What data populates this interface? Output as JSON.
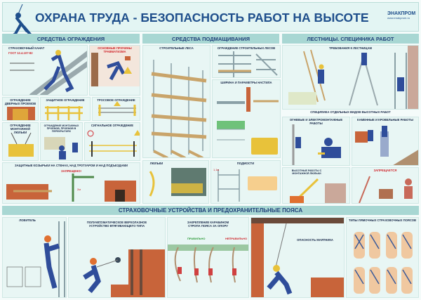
{
  "header": {
    "title": "ОХРАНА ТРУДА - БЕЗОПАСНОСТЬ РАБОТ НА ВЫСОТЕ",
    "logo_name": "ЭНАКПРОМ",
    "logo_url": "www.enakprom.ru"
  },
  "sections": {
    "fencing": "СРЕДСТВА ОГРАЖДЕНИЯ",
    "scaffolding": "СРЕДСТВА ПОДМАЩИВАНИЯ",
    "ladders": "ЛЕСТНИЦЫ. СПЕЦИФИКА РАБОТ",
    "safety": "СТРАХОВОЧНЫЕ УСТРОЙСТВА И ПРЕДОХРАНИТЕЛЬНЫЕ ПОЯСА"
  },
  "fencing": {
    "rope": "СТРАХОВОЧНЫЙ КАНАТ",
    "rope_std": "ГОСТ 12.4.107-82",
    "causes": "ОСНОВНЫЕ ПРИЧИНЫ ТРАВМАТИЗМА",
    "doorway": "ОГРАЖДЕНИЕ ДВЕРНЫХ ПРОЕМОВ",
    "protective": "ЗАЩИТНОЕ ОГРАЖДЕНИЕ",
    "cable": "ТРОСОВОЕ ОГРАЖДЕНИЕ",
    "cradle": "ОГРАЖДЕНИЕ МОНТАЖНОЙ ЛЮЛЬКИ",
    "openings": "ОГРАЖДЕНИЕ МОНТАЖНЫХ ПРОЕМОВ, ПРОЕМОВ В ПЕРЕКРЫТИЯХ",
    "signal": "СИГНАЛЬНОЕ ОГРАЖДЕНИЕ",
    "canopies": "ЗАЩИТНЫЕ КОЗЫРЬКИ НА СТЕНАХ, НАД ТРОТУАРОМ И НАД ПОДЪЕЗДАМИ",
    "canopies_warn": "ЗАПРЕЩЕНО!",
    "dim_2m": "2м"
  },
  "scaffolding": {
    "scaffold": "СТРОИТЕЛЬНЫЕ ЛЕСА",
    "scaffold_fence": "ОГРАЖДЕНИЕ СТРОИТЕЛЬНЫХ ЛЕСОВ",
    "deck": "ШИРИНА И ПАРАМЕТРЫ НАСТИЛА",
    "cradles": "ЛЮЛЬКИ",
    "platforms": "ПОДМОСТИ",
    "dim_1_1": "1,1м"
  },
  "ladders": {
    "requirements": "ТРЕБОВАНИЯ К ЛЕСТНИЦАМ",
    "specifics": "СПЕЦИФИКА ОТДЕЛЬНЫХ ВИДОВ ВЫСОТНЫХ РАБОТ",
    "fire_electric": "ОГНЕВЫЕ И ЭЛЕКТРОМОНТАЖНЫЕ РАБОТЫ",
    "masonry_roof": "КАМЕННЫЕ И КРОВЕЛЬНЫЕ РАБОТЫ",
    "cradle_work": "ВЫСОТНЫЕ РАБОТЫ С МОНТАЖНОЙ ЛЮЛЬКИ",
    "forbidden": "ЗАПРЕЩАЕТСЯ"
  },
  "safety": {
    "catcher": "ЛОВИТЕЛЬ",
    "retractable": "ПОЛУАВТОМАТИЧЕСКОЕ ВЕРХОЛАЗНОЕ УСТРОЙСТВО ВТЯГИВАЮЩЕГО ТИПА",
    "anchoring": "ЗАКРЕПЛЕНИЕ КАРАБИНОМ СТРОПА ПОЯСА ЗА ОПОРУ",
    "correct": "ПРАВИЛЬНО",
    "incorrect": "НЕПРАВИЛЬНО",
    "pendulum": "ОПАСНОСТЬ МАЯТНИКА",
    "harness_types": "ТИПЫ ЛЯМОЧНЫХ СТРАХОВОЧНЫХ ПОЯСОВ"
  },
  "colors": {
    "title": "#1f4f8c",
    "section_bg": "#a8d7d3",
    "brick": "#c8643a",
    "worker": "#2f4d9a",
    "accent": "#e8c23a",
    "warn": "#d0262c"
  }
}
